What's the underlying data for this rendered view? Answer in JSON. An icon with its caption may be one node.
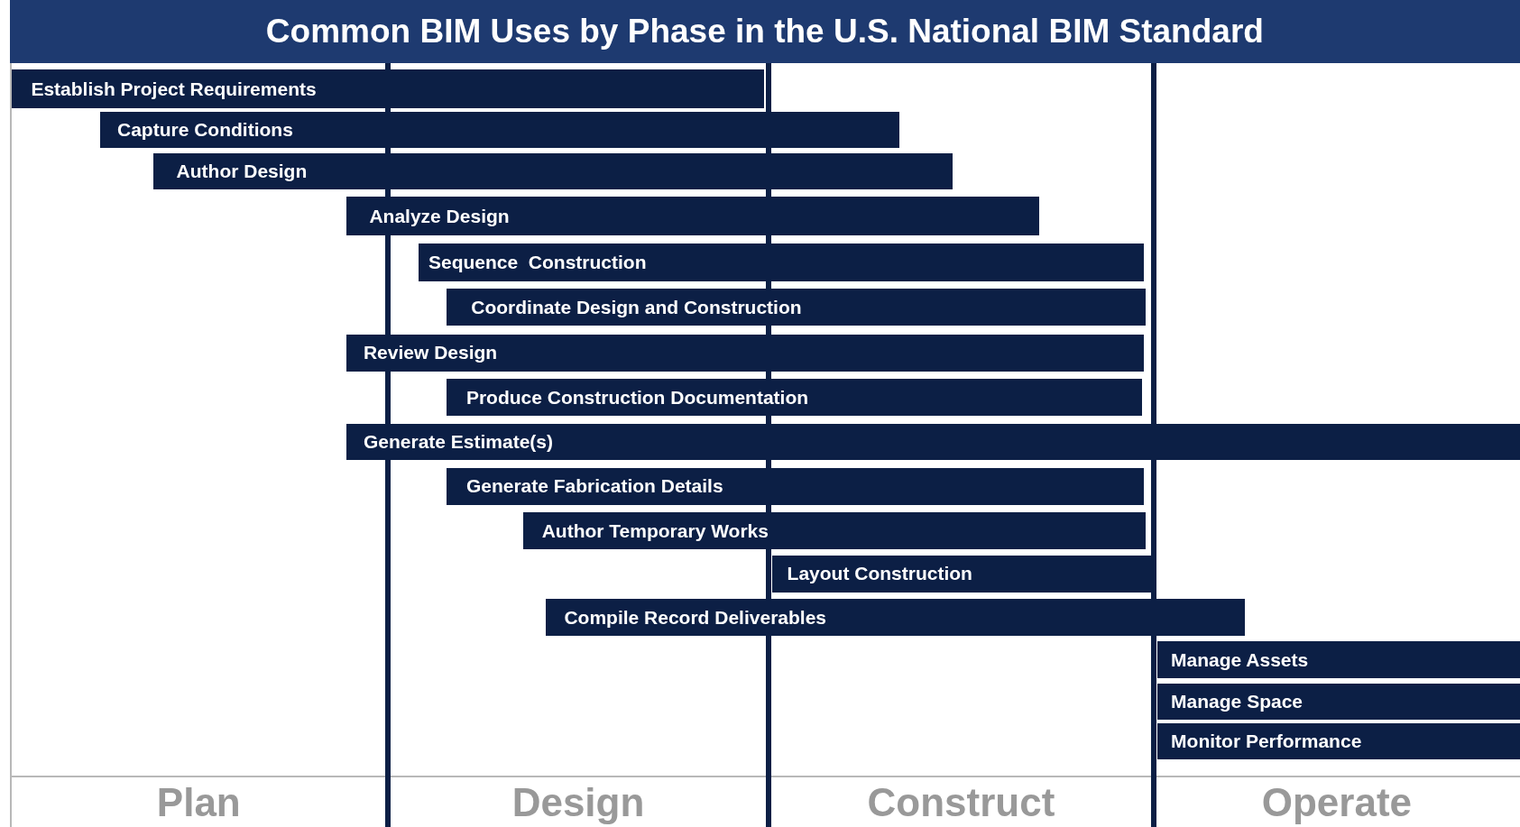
{
  "diagram": {
    "title": "Common BIM Uses by Phase in the U.S. National BIM Standard",
    "nodes": [
      {
        "text": [
          "Establish Project Requirements"
        ]
      },
      {
        "text": [
          "Capture Conditions"
        ]
      },
      {
        "text": [
          "Author Design"
        ]
      },
      {
        "text": [
          "Analyze Design"
        ]
      },
      {
        "text": [
          "Sequence  Construction"
        ]
      },
      {
        "text": [
          "Coordinate Design and Construction"
        ]
      },
      {
        "text": [
          "Review Design"
        ]
      },
      {
        "text": [
          "Produce Construction Documentation"
        ]
      },
      {
        "text": [
          "Generate Estimate(s)"
        ]
      },
      {
        "text": [
          "Generate Fabrication Details"
        ]
      },
      {
        "text": [
          "Author Temporary Works"
        ]
      },
      {
        "text": [
          "Layout Construction"
        ]
      },
      {
        "text": [
          "Compile Record Deliverables"
        ]
      },
      {
        "text": [
          "Manage Assets"
        ]
      },
      {
        "text": [
          "Manage Space"
        ]
      },
      {
        "text": [
          "Monitor Performance"
        ]
      }
    ],
    "labels": [
      "Plan",
      "Design",
      "Construct",
      "Operate"
    ]
  }
}
